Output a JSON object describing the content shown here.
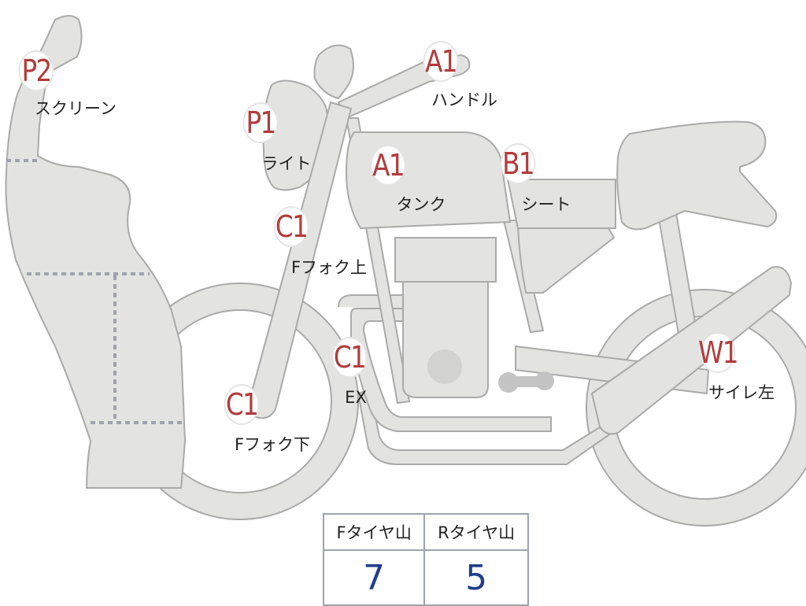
{
  "parts": [
    {
      "id": "screen",
      "code": "P2",
      "label": "スクリーン"
    },
    {
      "id": "light",
      "code": "P1",
      "label": "ライト"
    },
    {
      "id": "handle",
      "code": "A1",
      "label": "ハンドル"
    },
    {
      "id": "tank",
      "code": "A1",
      "label": "タンク"
    },
    {
      "id": "seat",
      "code": "B1",
      "label": "シート"
    },
    {
      "id": "fork-upper",
      "code": "C1",
      "label": "Fフォク上"
    },
    {
      "id": "exhaust",
      "code": "C1",
      "label": "EX"
    },
    {
      "id": "fork-lower",
      "code": "C1",
      "label": "Fフォク下"
    },
    {
      "id": "silencer-left",
      "code": "W1",
      "label": "サイレ左"
    }
  ],
  "tire_table": {
    "headers": [
      "Fタイヤ山",
      "Rタイヤ山"
    ],
    "values": [
      "7",
      "5"
    ]
  },
  "colors": {
    "body_fill": "#e3e3e1",
    "outline": "#a9aaa9",
    "code_text": "#b23c3c",
    "table_value": "#1f3e8c",
    "table_border": "#9ea3ad"
  }
}
